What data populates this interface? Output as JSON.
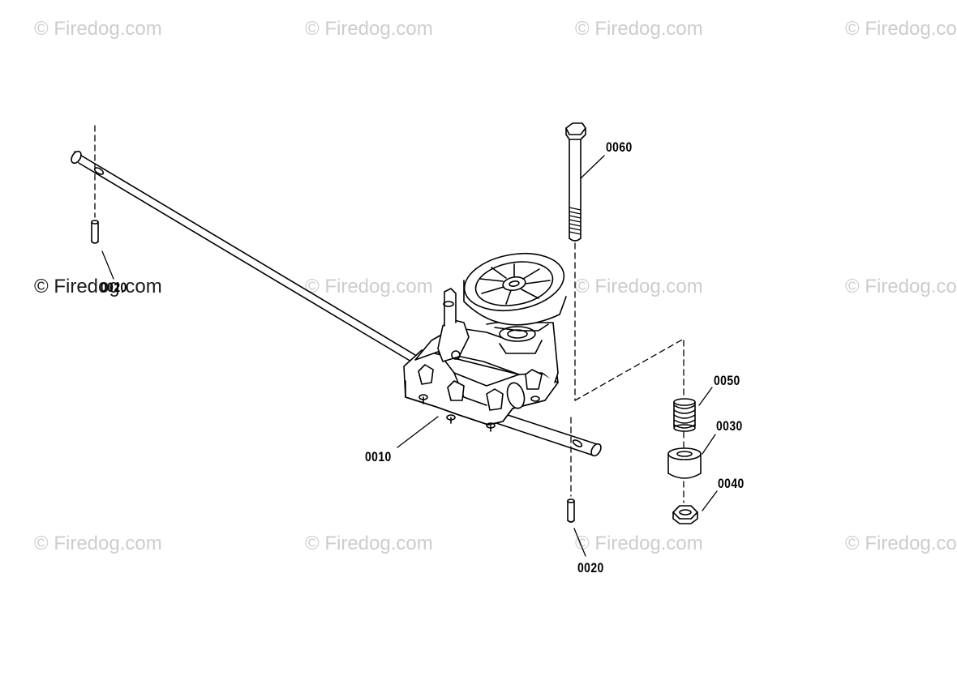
{
  "watermark": {
    "text": "© Firedog.com"
  },
  "parts": {
    "p0010": "0010",
    "p0020_left": "0020",
    "p0020_right": "0020",
    "p0030": "0030",
    "p0040": "0040",
    "p0050": "0050",
    "p0060": "0060"
  },
  "colors": {
    "line": "#000000",
    "watermark": "#cdcdcd"
  }
}
